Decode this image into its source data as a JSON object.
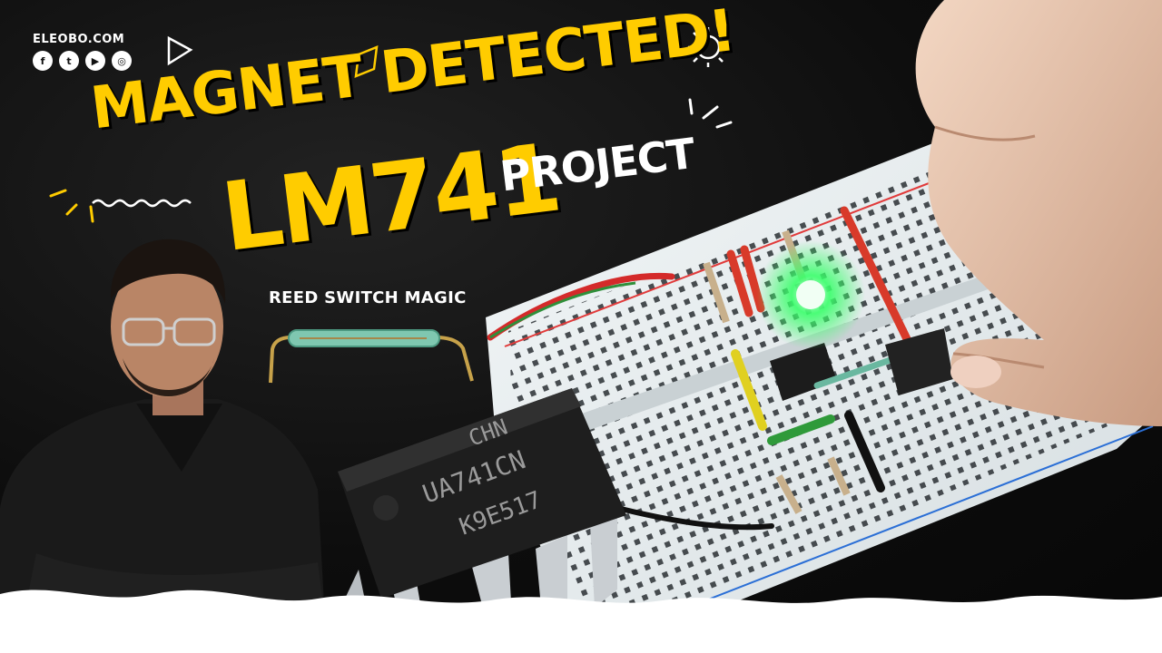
{
  "brand": {
    "site": "ELEOBO.COM",
    "socials": [
      {
        "name": "facebook",
        "glyph": "f"
      },
      {
        "name": "twitter",
        "glyph": "t"
      },
      {
        "name": "youtube",
        "glyph": "▶"
      },
      {
        "name": "instagram",
        "glyph": "◎"
      }
    ]
  },
  "thumbnail": {
    "headline": "MAGNET DETECTED!",
    "model": "LM741",
    "project": "PROJECT",
    "subtitle": "REED SWITCH MAGIC"
  },
  "chip": {
    "line1": "CHN",
    "line2": "UA741CN",
    "line3": "K9E517"
  },
  "colors": {
    "accent_yellow": "#ffcc00",
    "background": "#0c0c0c",
    "led_green": "#39ff6a",
    "breadboard": "#e8eef0"
  }
}
